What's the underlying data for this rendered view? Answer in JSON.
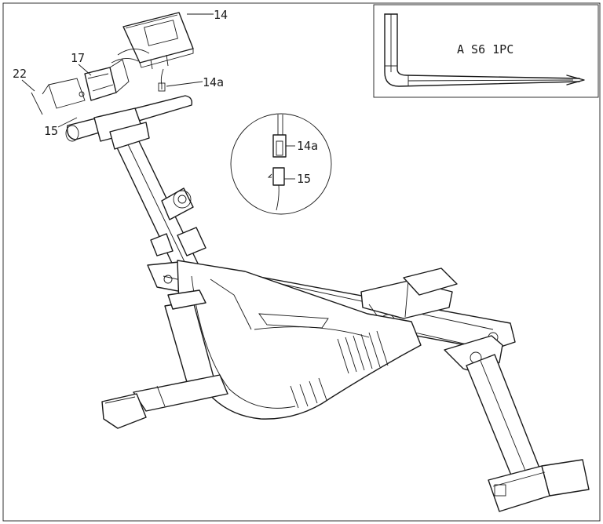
{
  "callouts": {
    "c14": "14",
    "c14a": "14a",
    "c17": "17",
    "c22": "22",
    "c15": "15"
  },
  "detail_callouts": {
    "c14a": "14a",
    "c15": "15"
  },
  "tool_box": {
    "label": "A S6 1PC"
  }
}
